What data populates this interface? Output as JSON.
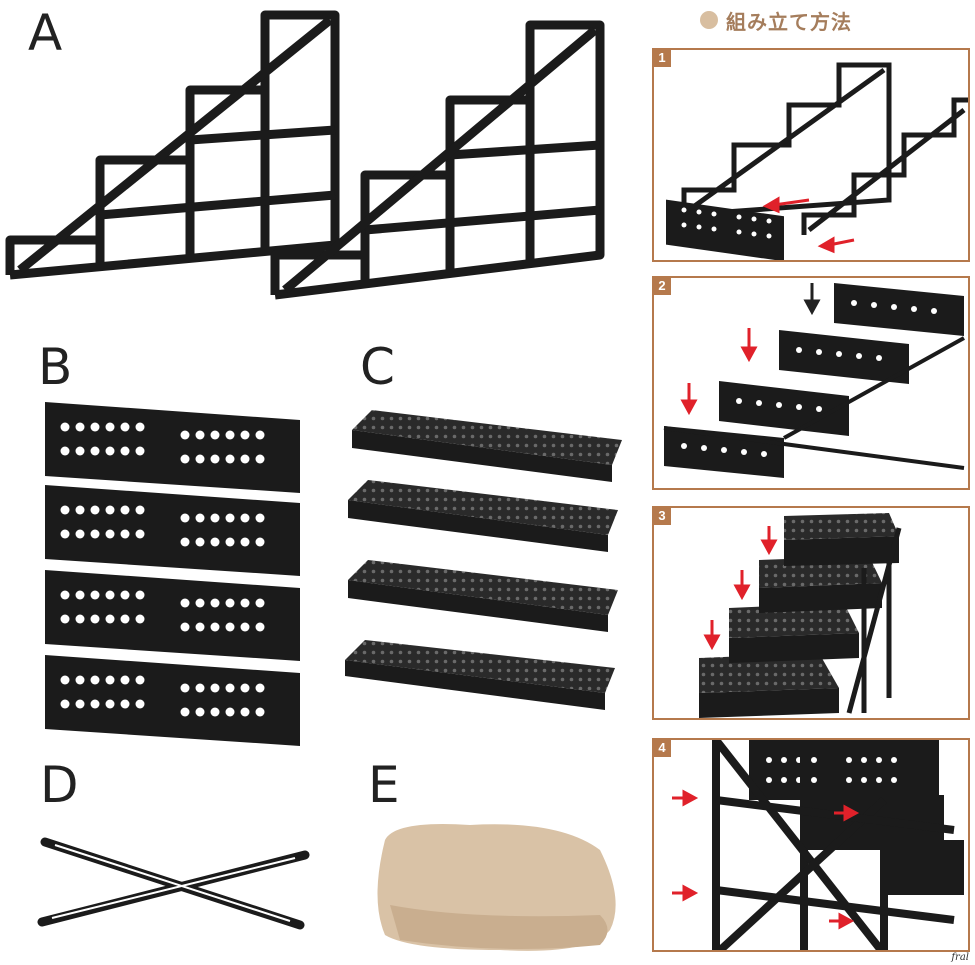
{
  "title": "組み立て方法",
  "parts": {
    "a": "A",
    "b": "B",
    "c": "C",
    "d": "D",
    "e": "E"
  },
  "steps": [
    "1",
    "2",
    "3",
    "4"
  ],
  "watermark": "fral",
  "colors": {
    "accent": "#b5794c",
    "dot": "#d8bea0",
    "title": "#a57d5c",
    "parts": "#1b1b1b",
    "arrow_red": "#e0212a",
    "arrow_black": "#222222",
    "fleece": "#d9c2a6"
  },
  "icons": {
    "title_marker": "circle-dot-icon",
    "step_arrows": "arrow-icon"
  }
}
